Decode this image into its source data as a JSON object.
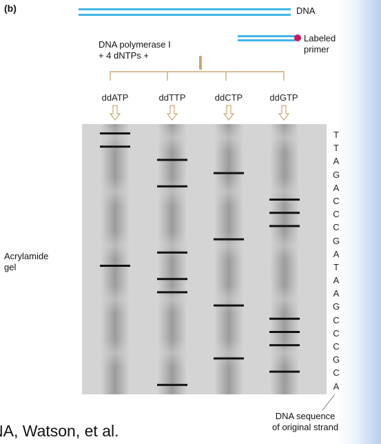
{
  "panel_label": "(b)",
  "dna_label": "DNA",
  "primer_label": "Labeled\nprimer",
  "reagent_label": "DNA polymerase I\n+ 4 dNTPs +",
  "lanes": [
    {
      "label": "ddATP",
      "bands": [
        0,
        1,
        10
      ]
    },
    {
      "label": "ddTTP",
      "bands": [
        2,
        4,
        9,
        11,
        12,
        19
      ]
    },
    {
      "label": "ddCTP",
      "bands": [
        3,
        8,
        13,
        17
      ]
    },
    {
      "label": "ddGTP",
      "bands": [
        5,
        6,
        7,
        14,
        15,
        16,
        18
      ]
    }
  ],
  "sequence": [
    "T",
    "T",
    "A",
    "G",
    "A",
    "C",
    "C",
    "C",
    "G",
    "A",
    "T",
    "A",
    "A",
    "G",
    "C",
    "C",
    "C",
    "G",
    "C",
    "A"
  ],
  "gel_label": "Acrylamide\ngel",
  "sequence_caption": "DNA sequence\nof original strand",
  "credit": "NA, Watson, et al.",
  "colors": {
    "dna": "#3fb6e4",
    "primer_tip": "#d4145a",
    "bracket": "#c9a86e",
    "band": "#111111"
  }
}
